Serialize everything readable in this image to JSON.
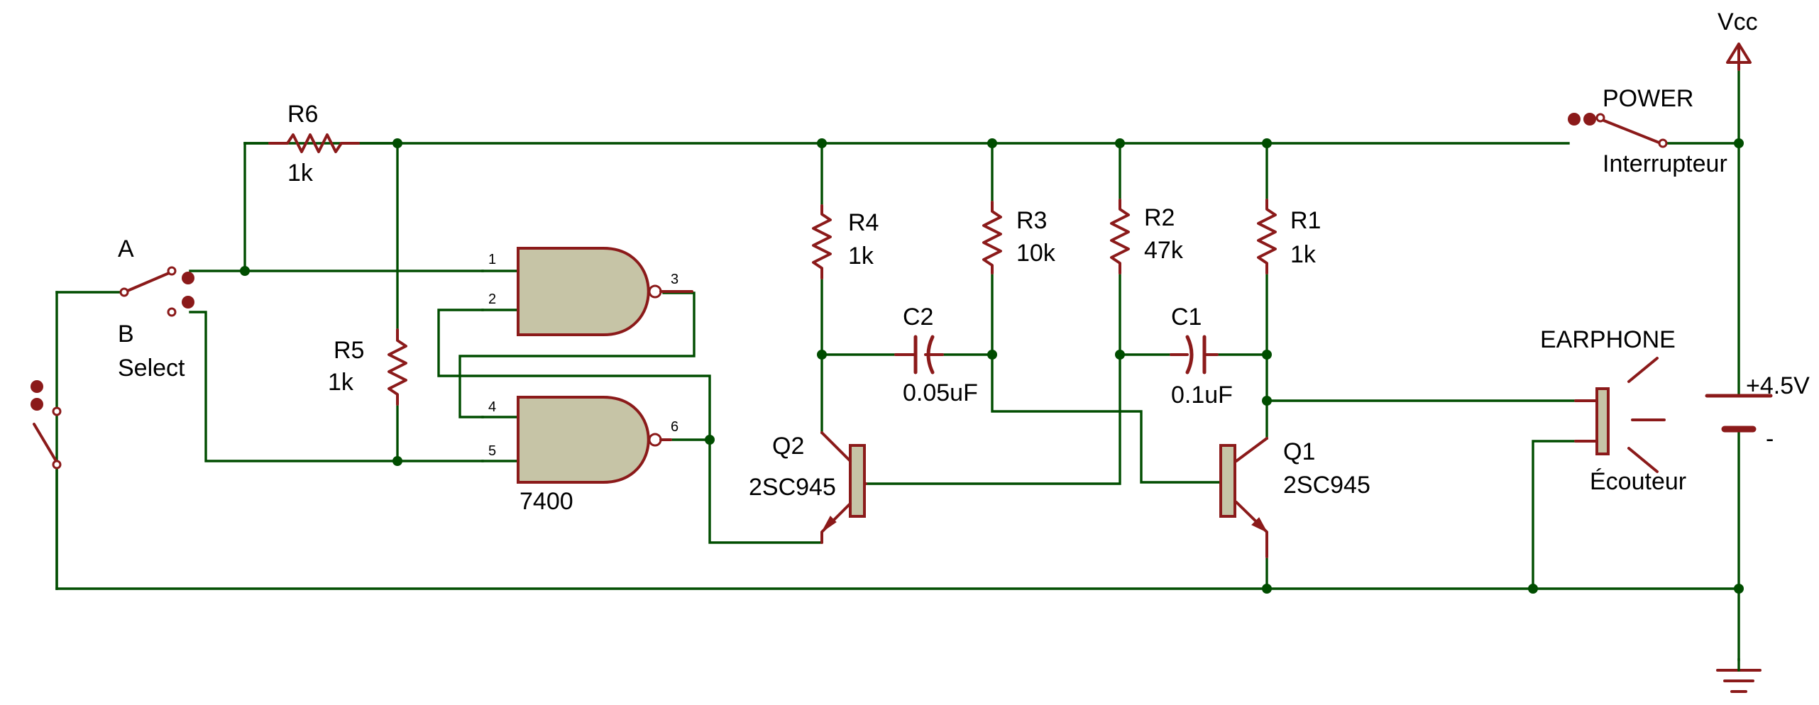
{
  "power": {
    "vcc_label": "Vcc",
    "switch_name": "POWER",
    "switch_desc": "Interrupteur",
    "battery_value": "+4.5V",
    "battery_minus": "-"
  },
  "selector": {
    "pos_a": "A",
    "pos_b": "B",
    "name": "Select"
  },
  "resistors": [
    {
      "name": "R6",
      "value": "1k"
    },
    {
      "name": "R5",
      "value": "1k"
    },
    {
      "name": "R4",
      "value": "1k"
    },
    {
      "name": "R3",
      "value": "10k"
    },
    {
      "name": "R2",
      "value": "47k"
    },
    {
      "name": "R1",
      "value": "1k"
    }
  ],
  "capacitors": [
    {
      "name": "C2",
      "value": "0.05uF"
    },
    {
      "name": "C1",
      "value": "0.1uF"
    }
  ],
  "transistors": [
    {
      "name": "Q2",
      "type": "2SC945"
    },
    {
      "name": "Q1",
      "type": "2SC945"
    }
  ],
  "ic": {
    "part": "7400",
    "pins": [
      "1",
      "2",
      "3",
      "4",
      "5",
      "6"
    ]
  },
  "earphone": {
    "name": "EARPHONE",
    "desc": "Écouteur"
  },
  "colors": {
    "wire": "#004d00",
    "component": "#8b1a1a",
    "gate_fill": "#c6c4a6"
  }
}
